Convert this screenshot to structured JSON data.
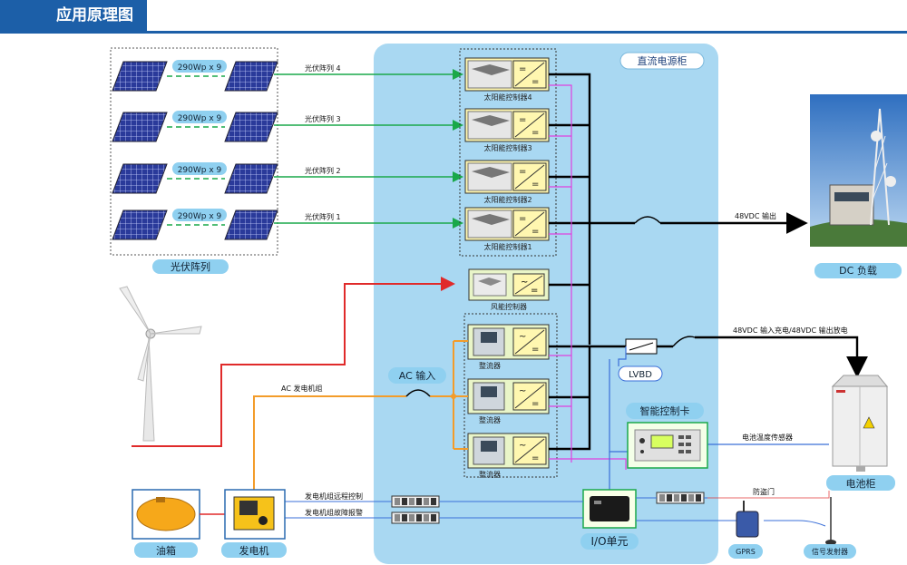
{
  "title": "应用原理图",
  "pv_panel_label": "290Wp x 9",
  "pv_array_labels": [
    "光伏阵列 4",
    "光伏阵列 3",
    "光伏阵列 2",
    "光伏阵列 1"
  ],
  "pv_group_label": "光伏阵列",
  "dc_cabinet_label": "直流电源柜",
  "solar_controllers": [
    "太阳能控制器4",
    "太阳能控制器3",
    "太阳能控制器2",
    "太阳能控制器1"
  ],
  "wind_controller": "风能控制器",
  "rectifiers": [
    "整流器",
    "整流器",
    "整流器"
  ],
  "ac_input_label": "AC 输入",
  "ac_generator_line": "AC 发电机组",
  "dc_output_label": "48VDC 输出",
  "dc_load_label": "DC 负载",
  "battery_line_label": "48VDC 输入充电/48VDC 输出放电",
  "lvbd_label": "LVBD",
  "smart_card_label": "智能控制卡",
  "temp_sensor_label": "电池温度传感器",
  "battery_cabinet_label": "电池柜",
  "door_label": "防盗门",
  "gen_remote_label": "发电机组远程控制",
  "gen_alarm_label": "发电机组故障报警",
  "io_unit_label": "I/O单元",
  "gprs_label": "GPRS",
  "antenna_label": "信号发射器",
  "oil_tank_label": "油箱",
  "generator_label": "发电机",
  "colors": {
    "cabinet": "#a9d8f2",
    "pv_line": "#1aa84a",
    "ac_line": "#f39c2a",
    "wind_line": "#e02a2a",
    "dc_bus": "#000000",
    "signal_line": "#e040e0",
    "control_line": "#3a6fd8",
    "label_pill": "#8fd0f0",
    "title_bar": "#1c5fa8"
  }
}
